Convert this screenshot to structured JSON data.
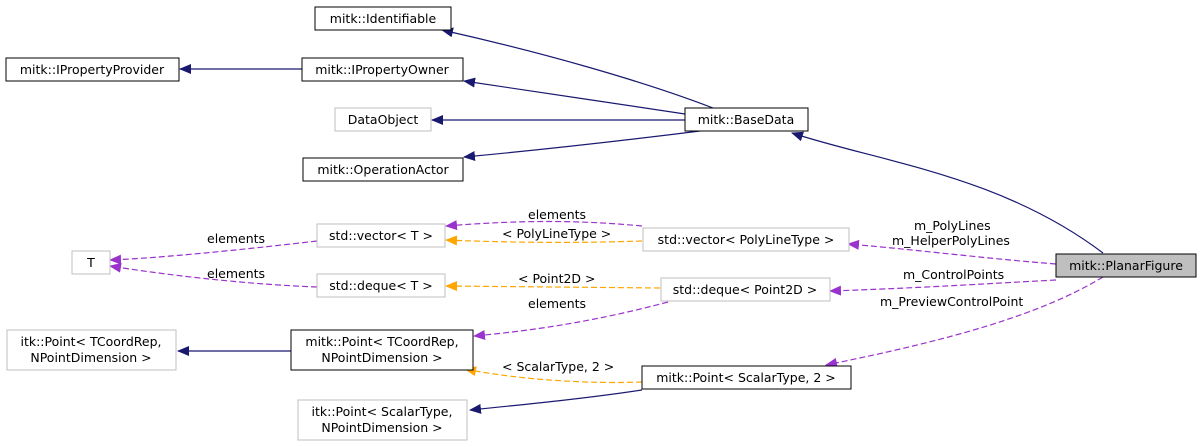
{
  "nodes": {
    "identifiable": "mitk::Identifiable",
    "iproperty_provider": "mitk::IPropertyProvider",
    "iproperty_owner": "mitk::IPropertyOwner",
    "data_object": "DataObject",
    "base_data": "mitk::BaseData",
    "operation_actor": "mitk::OperationActor",
    "std_vector_t": "std::vector< T >",
    "std_vector_polyline": "std::vector< PolyLineType >",
    "t": "T",
    "planar_figure": "mitk::PlanarFigure",
    "std_deque_t": "std::deque< T >",
    "std_deque_point2d": "std::deque< Point2D >",
    "itk_point_tcoordrep": [
      "itk::Point< TCoordRep,",
      "NPointDimension >"
    ],
    "mitk_point_tcoordrep": [
      "mitk::Point< TCoordRep,",
      "NPointDimension >"
    ],
    "mitk_point_scalartype": "mitk::Point< ScalarType, 2 >",
    "itk_point_scalartype": [
      "itk::Point< ScalarType,",
      "NPointDimension >"
    ]
  },
  "edge_labels": {
    "vector_elements": "elements",
    "vector_polyline_type": "< PolyLineType >",
    "t_elements_vector": "elements",
    "t_elements_deque": "elements",
    "deque_point2d": "< Point2D >",
    "point_elements": "elements",
    "scalar_type_2": "< ScalarType, 2 >",
    "poly_lines": "m_PolyLines",
    "helper_poly_lines": "m_HelperPolyLines",
    "control_points": "m_ControlPoints",
    "preview_control_point": "m_PreviewControlPoint"
  },
  "colors": {
    "inheritance_edge": "#191970",
    "usage_edge": "#9a32cd",
    "template_edge": "#ffa500",
    "focus_node_fill": "#bfbfbf",
    "weak_node_border": "#bfbfbf"
  }
}
